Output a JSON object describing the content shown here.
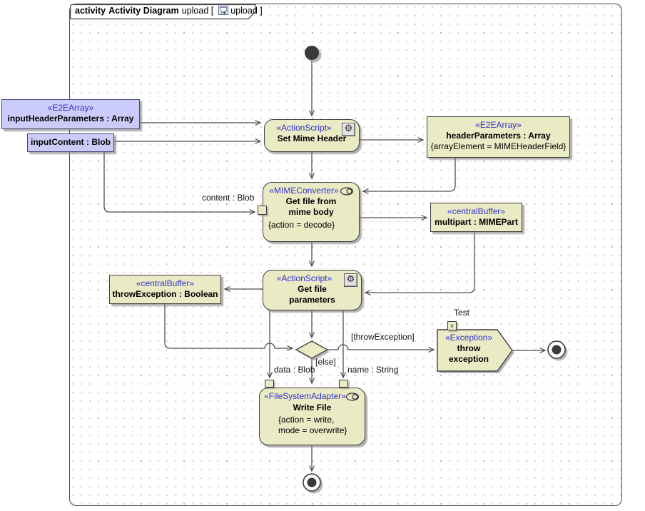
{
  "window": {
    "title_keyword": "activity",
    "title_type": "Activity Diagram",
    "title_param_open": "upload [",
    "title_param_close": "upload ]"
  },
  "nodes": {
    "input_header_parameters": {
      "stereotype": "«E2EArray»",
      "label": "inputHeaderParameters : Array"
    },
    "input_content": {
      "label": "inputContent : Blob"
    },
    "set_mime_header": {
      "stereotype": "«ActionScript»",
      "label": "Set Mime Header"
    },
    "header_parameters": {
      "stereotype": "«E2EArray»",
      "label": "headerParameters : Array",
      "constraint": "{arrayElement = MIMEHeaderField}"
    },
    "get_file_from_mime_body": {
      "stereotype": "«MIMEConverter»",
      "label_line1": "Get file from",
      "label_line2": "mime body",
      "constraint": "{action = decode}"
    },
    "multipart": {
      "stereotype": "«centralBuffer»",
      "label": "multipart : MIMEPart"
    },
    "get_file_parameters": {
      "stereotype": "«ActionScript»",
      "label_line1": "Get file",
      "label_line2": "parameters"
    },
    "throw_exception_buffer": {
      "stereotype": "«centralBuffer»",
      "label": "throwException : Boolean"
    },
    "throw_exception_signal": {
      "stereotype": "«Exception»",
      "label_line1": "throw",
      "label_line2": "exception"
    },
    "write_file": {
      "stereotype": "«FileSystemAdapter»",
      "label": "Write File",
      "constraint_line1": "{action = write,",
      "constraint_line2": "mode = overwrite}"
    }
  },
  "edge_labels": {
    "content": "content : Blob",
    "data": "data : Blob",
    "name": "name : String",
    "else_guard": "[else]",
    "throw_guard": "[throwException]",
    "test_pin": "Test"
  },
  "icons": {
    "gear": "⚙",
    "value_pin_mark": "∨"
  },
  "colors": {
    "stereotype_blue": "#3333cc",
    "action_fill": "#eaeac5",
    "object_fill": "#ccccfa",
    "line": "#4d4d4d"
  }
}
